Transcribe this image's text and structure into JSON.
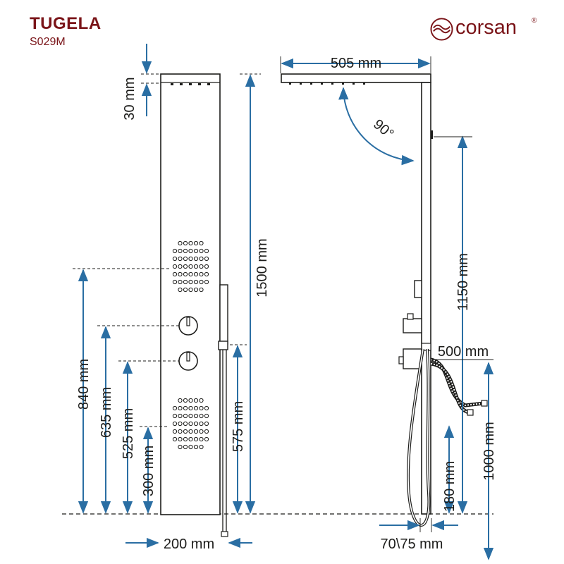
{
  "header": {
    "title": "TUGELA",
    "code": "S029M",
    "brand": "corsan",
    "brand_mark": "®"
  },
  "colors": {
    "brand": "#7a1418",
    "dimension_line": "#2a6ea3",
    "outline": "#1d1d1b"
  },
  "icons": {
    "logo": "wave-circle-icon"
  },
  "dimensions": {
    "top_thickness": "30 mm",
    "panel_height": "1500 mm",
    "body_jet_upper": "840 mm",
    "knob_upper": "635 mm",
    "knob_lower": "525 mm",
    "body_jet_lower": "300 mm",
    "hand_shower_holder": "575 mm",
    "panel_width": "200 mm",
    "arm_length": "505 mm",
    "arm_angle": "90°",
    "column_height": "1150 mm",
    "hose_length": "500 mm",
    "inlet_height": "1000 mm",
    "bottom_height": "180 mm",
    "depth": "70\\75 mm"
  }
}
